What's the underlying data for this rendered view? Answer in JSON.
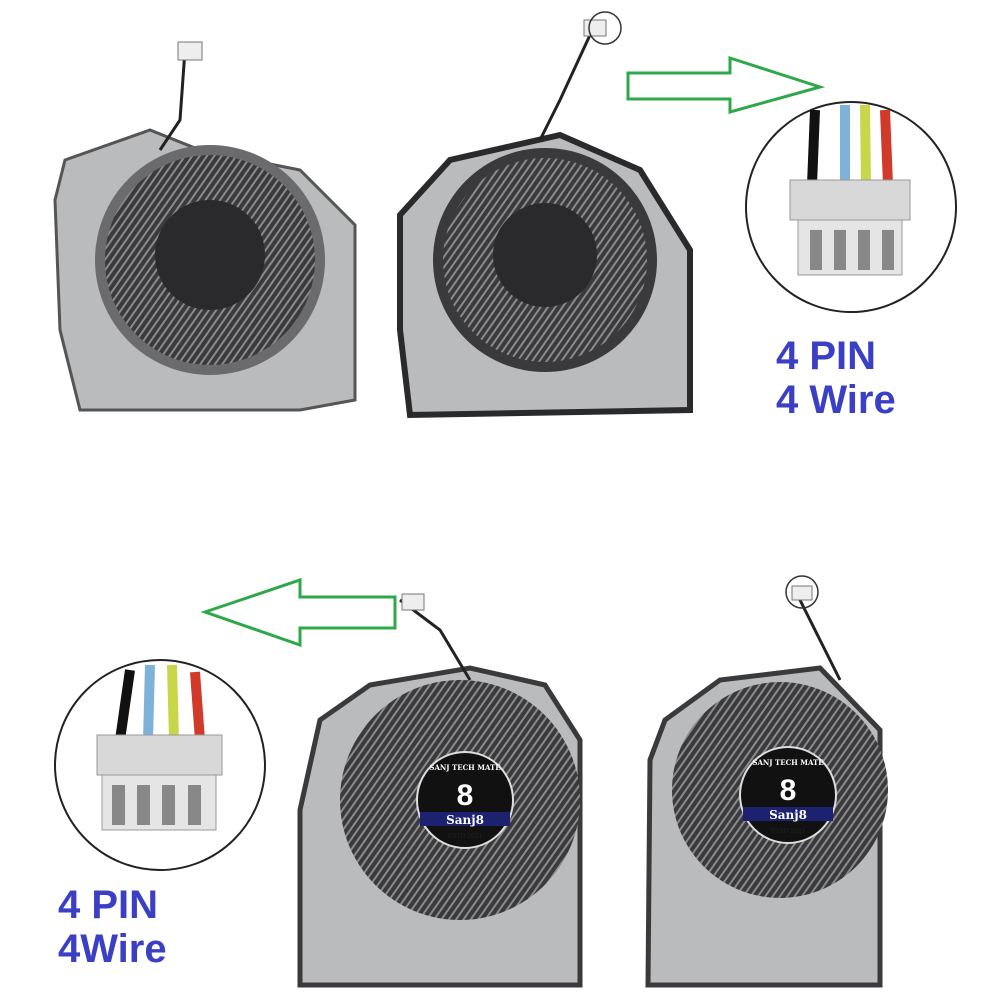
{
  "top_label": {
    "line1": "4 PIN",
    "line2": "4 Wire"
  },
  "bottom_label": {
    "line1": "4 PIN",
    "line2": "4Wire"
  },
  "logo": {
    "arc_text": "SANJ TECH MATE",
    "brand": "Sanj8",
    "estd": "ESTD 2021"
  },
  "colors": {
    "label": "#3b3fc4",
    "arrow": "#2fa84a",
    "housing": "#b9bbbd",
    "frame": "#3a3a3c",
    "wire_black": "#111111",
    "wire_blue": "#7fb2d8",
    "wire_yellow": "#c8d64a",
    "wire_red": "#d03a2a"
  }
}
